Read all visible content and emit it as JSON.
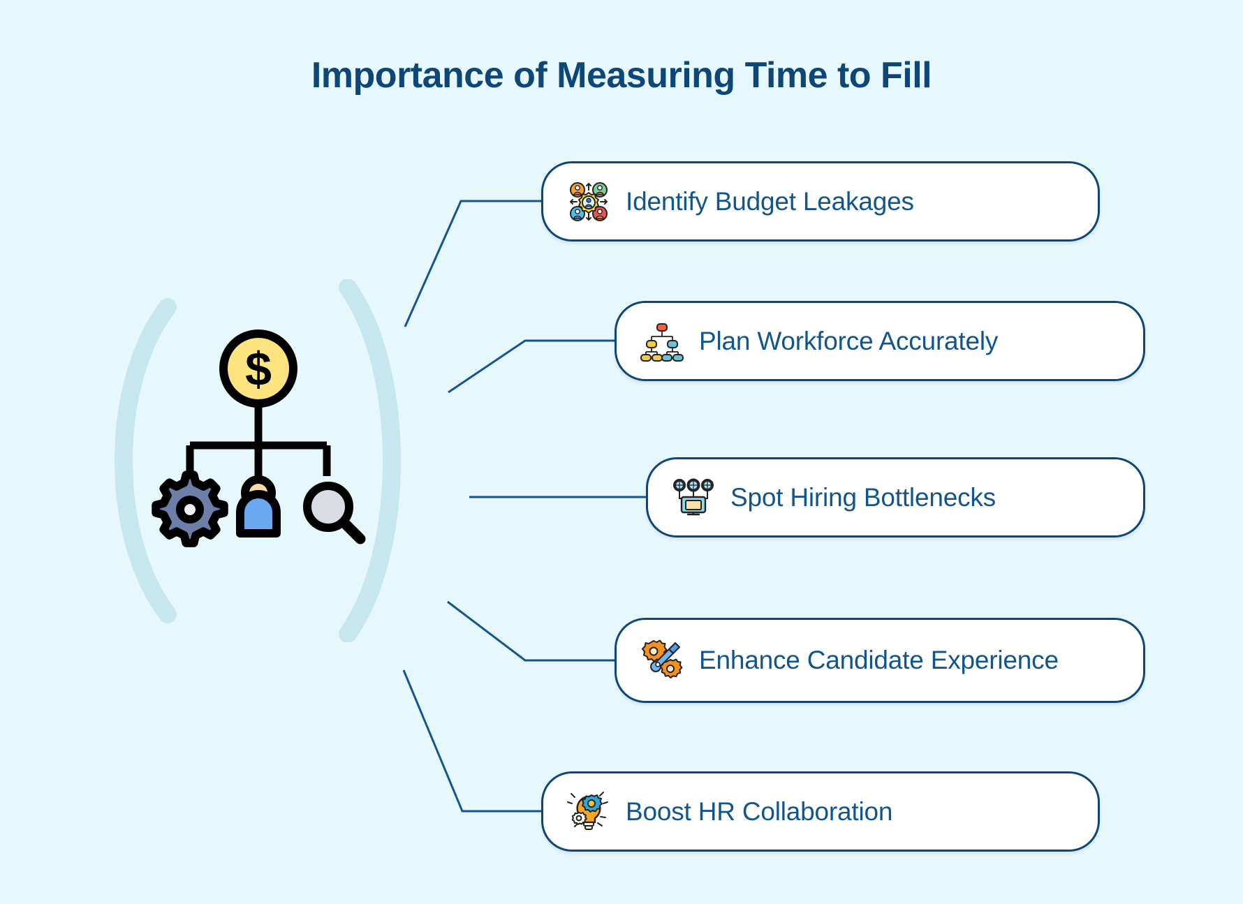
{
  "page": {
    "title": "Importance of Measuring Time to Fill",
    "background_color": "#e7f8fd",
    "accent_color": "#0d4677",
    "label_color": "#11558f",
    "card_background": "#ffffff",
    "bracket_color": "#c7e7ef"
  },
  "center": {
    "name": "time-to-fill-cost-illustration",
    "coin_label": "$",
    "coin_color": "#fde47f",
    "nodes": [
      {
        "name": "gear",
        "color": "#6d7fa8"
      },
      {
        "name": "person",
        "head_color": "#fcd9a8",
        "body_color": "#6ba8f0"
      },
      {
        "name": "magnifier",
        "color": "#d9dce3"
      }
    ]
  },
  "cards": [
    {
      "label": "Identify Budget Leakages",
      "icon": "team-rotation-icon",
      "name": "card-identify-budget-leakages"
    },
    {
      "label": "Plan Workforce Accurately",
      "icon": "org-chart-icon",
      "name": "card-plan-workforce-accurately"
    },
    {
      "label": "Spot Hiring Bottlenecks",
      "icon": "network-server-icon",
      "name": "card-spot-hiring-bottlenecks"
    },
    {
      "label": "Enhance Candidate Experience",
      "icon": "gear-wrench-icon",
      "name": "card-enhance-candidate-experience"
    },
    {
      "label": "Boost HR Collaboration",
      "icon": "lightbulb-gears-icon",
      "name": "card-boost-hr-collaboration"
    }
  ]
}
